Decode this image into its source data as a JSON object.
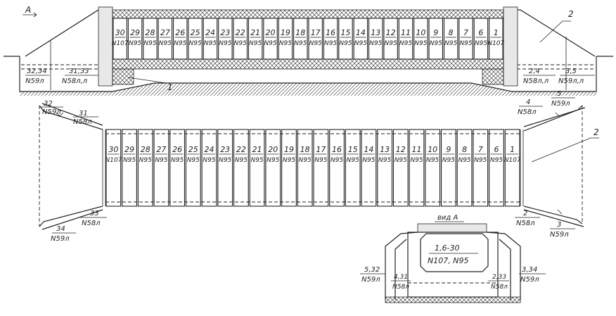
{
  "view_a_marker": "А",
  "view_a_title": "вид А",
  "elevation": {
    "sections": [
      {
        "num": "30",
        "mark": "N107"
      },
      {
        "num": "29",
        "mark": "N95"
      },
      {
        "num": "28",
        "mark": "N95"
      },
      {
        "num": "27",
        "mark": "N95"
      },
      {
        "num": "26",
        "mark": "N95"
      },
      {
        "num": "25",
        "mark": "N95"
      },
      {
        "num": "24",
        "mark": "N95"
      },
      {
        "num": "23",
        "mark": "N95"
      },
      {
        "num": "22",
        "mark": "N95"
      },
      {
        "num": "21",
        "mark": "N95"
      },
      {
        "num": "20",
        "mark": "N95"
      },
      {
        "num": "19",
        "mark": "N95"
      },
      {
        "num": "18",
        "mark": "N95"
      },
      {
        "num": "17",
        "mark": "N95"
      },
      {
        "num": "16",
        "mark": "N95"
      },
      {
        "num": "15",
        "mark": "N95"
      },
      {
        "num": "14",
        "mark": "N95"
      },
      {
        "num": "13",
        "mark": "N95"
      },
      {
        "num": "12",
        "mark": "N95"
      },
      {
        "num": "11",
        "mark": "N95"
      },
      {
        "num": "10",
        "mark": "N95"
      },
      {
        "num": "9",
        "mark": "N95"
      },
      {
        "num": "8",
        "mark": "N95"
      },
      {
        "num": "7",
        "mark": "N95"
      },
      {
        "num": "6",
        "mark": "N95"
      },
      {
        "num": "1",
        "mark": "N107"
      }
    ],
    "left_labels": [
      {
        "num": "32,34",
        "mark": "N59л"
      },
      {
        "num": "31,33",
        "mark": "N58л,л"
      }
    ],
    "right_labels": [
      {
        "num": "2,4",
        "mark": "N58л,л"
      },
      {
        "num": "3,5",
        "mark": "N59л,л"
      }
    ],
    "callouts": [
      "1",
      "2"
    ]
  },
  "plan": {
    "sections": [
      {
        "num": "30",
        "mark": "N107"
      },
      {
        "num": "29",
        "mark": "N95"
      },
      {
        "num": "28",
        "mark": "N95"
      },
      {
        "num": "27",
        "mark": "N95"
      },
      {
        "num": "26",
        "mark": "N95"
      },
      {
        "num": "25",
        "mark": "N95"
      },
      {
        "num": "24",
        "mark": "N95"
      },
      {
        "num": "23",
        "mark": "N95"
      },
      {
        "num": "22",
        "mark": "N95"
      },
      {
        "num": "21",
        "mark": "N95"
      },
      {
        "num": "20",
        "mark": "N95"
      },
      {
        "num": "19",
        "mark": "N95"
      },
      {
        "num": "18",
        "mark": "N95"
      },
      {
        "num": "17",
        "mark": "N95"
      },
      {
        "num": "16",
        "mark": "N95"
      },
      {
        "num": "15",
        "mark": "N95"
      },
      {
        "num": "14",
        "mark": "N95"
      },
      {
        "num": "13",
        "mark": "N95"
      },
      {
        "num": "12",
        "mark": "N95"
      },
      {
        "num": "11",
        "mark": "N95"
      },
      {
        "num": "10",
        "mark": "N95"
      },
      {
        "num": "9",
        "mark": "N95"
      },
      {
        "num": "8",
        "mark": "N95"
      },
      {
        "num": "7",
        "mark": "N95"
      },
      {
        "num": "6",
        "mark": "N95"
      },
      {
        "num": "1",
        "mark": "N107"
      }
    ],
    "wings": {
      "tl": {
        "num": "32",
        "mark": "N59л"
      },
      "tl2": {
        "num": "31",
        "mark": "N58л"
      },
      "bl": {
        "num": "33",
        "mark": "N58л"
      },
      "bl2": {
        "num": "34",
        "mark": "N59л"
      },
      "tr": {
        "num": "4",
        "mark": "N58л"
      },
      "tr2": {
        "num": "5",
        "mark": "N59л"
      },
      "br": {
        "num": "2",
        "mark": "N58л"
      },
      "br2": {
        "num": "3",
        "mark": "N59л"
      }
    },
    "callout": "2"
  },
  "section_view": {
    "center_num": "1,6-30",
    "center_mark": "N107, N95",
    "left_outer": {
      "num": "5,32",
      "mark": "N59л"
    },
    "left_inner": {
      "num": "4,31",
      "mark": "N58л"
    },
    "right_inner": {
      "num": "2,33",
      "mark": "N58л"
    },
    "right_outer": {
      "num": "3,34",
      "mark": "N59л"
    }
  }
}
